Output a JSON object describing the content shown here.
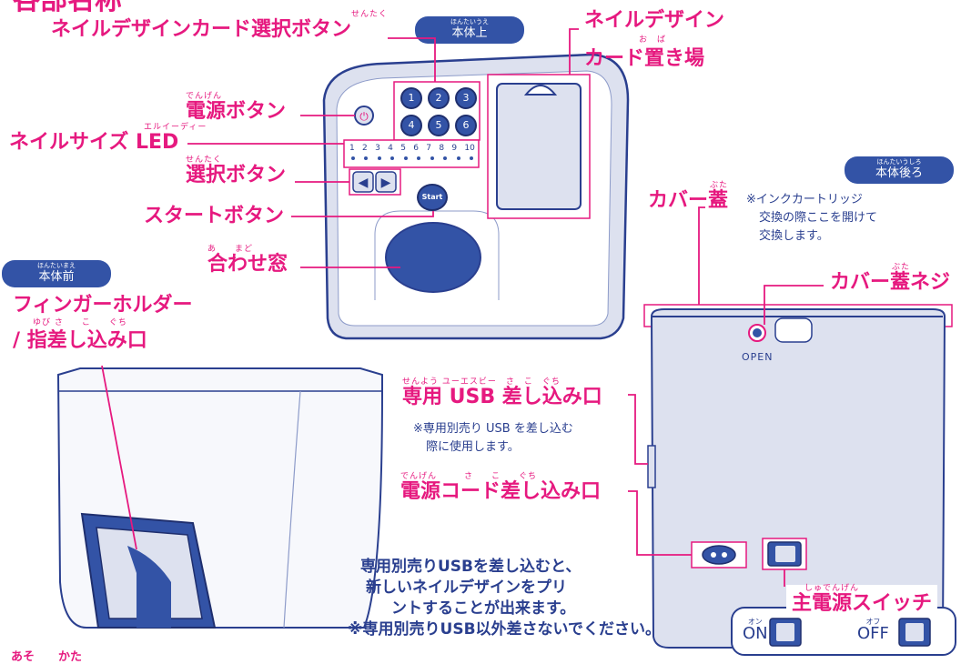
{
  "page_title": "各部名称",
  "sections": {
    "top": {
      "ruby": "ほんたいうえ",
      "label": "本体上"
    },
    "back": {
      "ruby": "ほんたいうしろ",
      "label": "本体後ろ"
    },
    "front": {
      "ruby": "ほんたいまえ",
      "label": "本体前"
    }
  },
  "labels": {
    "card_select": {
      "text": "ネイルデザインカード選択ボタン",
      "ruby": "せんたく"
    },
    "card_holder_1": "ネイルデザイン",
    "card_holder_2": "カード置き場",
    "card_holder_ruby": "お　ば",
    "power": {
      "text": "電源ボタン",
      "ruby": "でんげん"
    },
    "nail_led": {
      "text": "ネイルサイズ LED",
      "ruby": "エルイーディー"
    },
    "select": {
      "text": "選択ボタン",
      "ruby": "せんたく"
    },
    "start": {
      "text": "スタートボタン"
    },
    "window": {
      "text": "合わせ窓",
      "ruby": "あ　　まど"
    },
    "finger_1": "フィンガーホルダー",
    "finger_2": "/ 指差し込み口",
    "finger_ruby": "ゆび さ　　こ　　ぐち",
    "cover": {
      "text": "カバー蓋",
      "ruby": "ぶた"
    },
    "cover_screw": {
      "text": "カバー蓋ネジ",
      "ruby": "ぶた"
    },
    "usb_port": {
      "text": "専用 USB 差し込み口",
      "ruby": "せんよう ユーエスビー　さ　こ　ぐち"
    },
    "power_cord": {
      "text": "電源コード差し込み口",
      "ruby": "でんげん　　　さ　　こ　　ぐち"
    },
    "main_switch": {
      "text": "主電源スイッチ",
      "ruby": "しゅでんげん"
    }
  },
  "notes": {
    "cover_note": [
      "※インクカートリッジ",
      "交換の際ここを開けて",
      "交換します。"
    ],
    "usb_note": [
      "※専用別売り USB を差し込む",
      "際に使用します。"
    ],
    "main_text": [
      "専用別売りUSBを差し込むと、",
      "新しいネイルデザインをプリ",
      "ントすることが出来ます。",
      "※専用別売りUSB以外差さないでください。"
    ],
    "footer_partial": "あそ　　かた"
  },
  "device": {
    "card_buttons": [
      "1",
      "2",
      "3",
      "4",
      "5",
      "6"
    ],
    "led_numbers": [
      "1",
      "2",
      "3",
      "4",
      "5",
      "6",
      "7",
      "8",
      "9",
      "10"
    ],
    "start_button": "Start",
    "open_label": "OPEN"
  },
  "switch_states": {
    "on": {
      "label": "ON",
      "ruby": "オン"
    },
    "off": {
      "label": "OFF",
      "ruby": "オフ"
    }
  },
  "colors": {
    "accent": "#e6197f",
    "navy": "#2a3f8f",
    "pill": "#3353a6",
    "device_fill": "#dde1ef"
  }
}
